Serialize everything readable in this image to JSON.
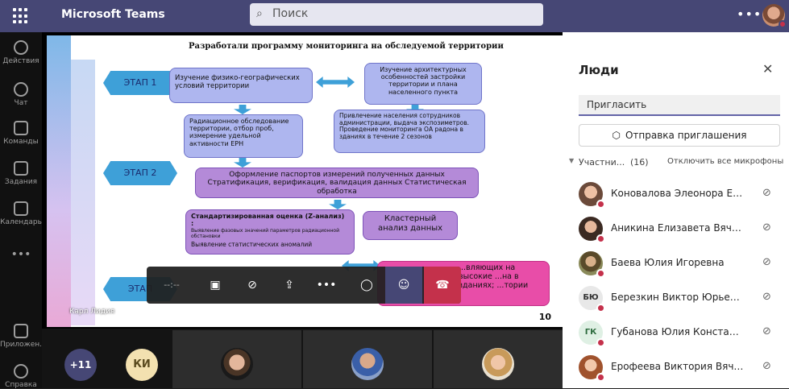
{
  "app": {
    "title": "Microsoft Teams"
  },
  "search": {
    "placeholder": "Поиск"
  },
  "rail": [
    {
      "label": "Действия",
      "icon": "bell-icon"
    },
    {
      "label": "Чат",
      "icon": "chat-icon"
    },
    {
      "label": "Команды",
      "icon": "teams-icon"
    },
    {
      "label": "Задания",
      "icon": "assignments-icon"
    },
    {
      "label": "Календарь",
      "icon": "calendar-icon"
    },
    {
      "label": "Приложен...",
      "icon": "apps-icon"
    },
    {
      "label": "Справка",
      "icon": "help-icon"
    }
  ],
  "slide": {
    "title": "Разработали программу мониторинга на обследуемой территории",
    "stage1": "ЭТАП 1",
    "stage2": "ЭТАП 2",
    "stage3": "ЭТАП",
    "box1": "Изучение физико-географических условий территории",
    "box2": "Изучение архитектурных особенностей застройки территории и плана населенного пункта",
    "box3": "Радиационное обследование территории, отбор проб, измерение удельной активности ЕРН",
    "box4": "Привлечение населения сотрудников администрации, выдача экспозиметров. Проведение мониторинга ОА радона в зданиях в течение 2 сезонов",
    "box5": "Оформление паспортов измерений полученных данных Стратификация, верификация, валидация данных Статистическая обработка",
    "box6_title": "Стандартизированная оценка (Z-анализ) :",
    "box6_b1": "Выявление фазовых значений параметров радиационной обстановки",
    "box6_b2": "Выявление статистических аномалий",
    "box7": "Кластерный анализ данных",
    "box8": "...вляющих на высокие ...на в зданиях; ...тории",
    "number": "10",
    "presenter": "Карл Лидия"
  },
  "bottom": {
    "more_count": "+11",
    "initials": "КИ"
  },
  "panel": {
    "title": "Люди",
    "invite_placeholder": "Пригласить",
    "share_label": "Отправка приглашения",
    "section_label": "Участни...",
    "section_count": "(16)",
    "mute_all": "Отключить все микрофоны",
    "people": [
      {
        "name": "Коновалова Элеонора Евге...",
        "initials": ""
      },
      {
        "name": "Аникина Елизавета Вячесл...",
        "initials": ""
      },
      {
        "name": "Баева Юлия Игоревна",
        "initials": ""
      },
      {
        "name": "Березкин Виктор Юрьевич",
        "initials": "БЮ"
      },
      {
        "name": "Губанова Юлия Константи...",
        "initials": "ГК"
      },
      {
        "name": "Ерофеева Виктория Вячесл...",
        "initials": ""
      }
    ]
  },
  "colors": {
    "accent": "#464775",
    "hangup": "#c4314b",
    "rail": "#111111"
  }
}
